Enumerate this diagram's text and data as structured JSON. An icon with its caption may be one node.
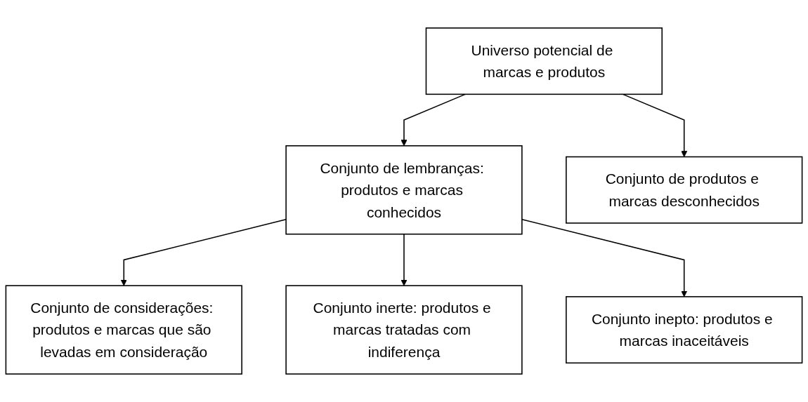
{
  "diagram": {
    "nodes": [
      {
        "text": [
          "Universo potencial de marcas e produtos"
        ]
      },
      {
        "text": [
          "Conjunto de lembranças: produtos e marcas conhecidos"
        ]
      },
      {
        "text": [
          "Conjunto de produtos e marcas desconhecidos"
        ]
      },
      {
        "text": [
          "Conjunto de considerações: produtos e marcas que são levadas em consideração"
        ]
      },
      {
        "text": [
          "Conjunto inerte: produtos e marcas tratadas com indiferença"
        ]
      },
      {
        "text": [
          "Conjunto inepto: produtos e marcas inaceitáveis"
        ]
      }
    ],
    "edges": [
      {
        "from": 0,
        "to": 1,
        "arrow": "to"
      },
      {
        "from": 0,
        "to": 2,
        "arrow": "to"
      },
      {
        "from": 1,
        "to": 3,
        "arrow": "to"
      },
      {
        "from": 1,
        "to": 4,
        "arrow": "to"
      },
      {
        "from": 1,
        "to": 5,
        "arrow": "to"
      }
    ]
  }
}
